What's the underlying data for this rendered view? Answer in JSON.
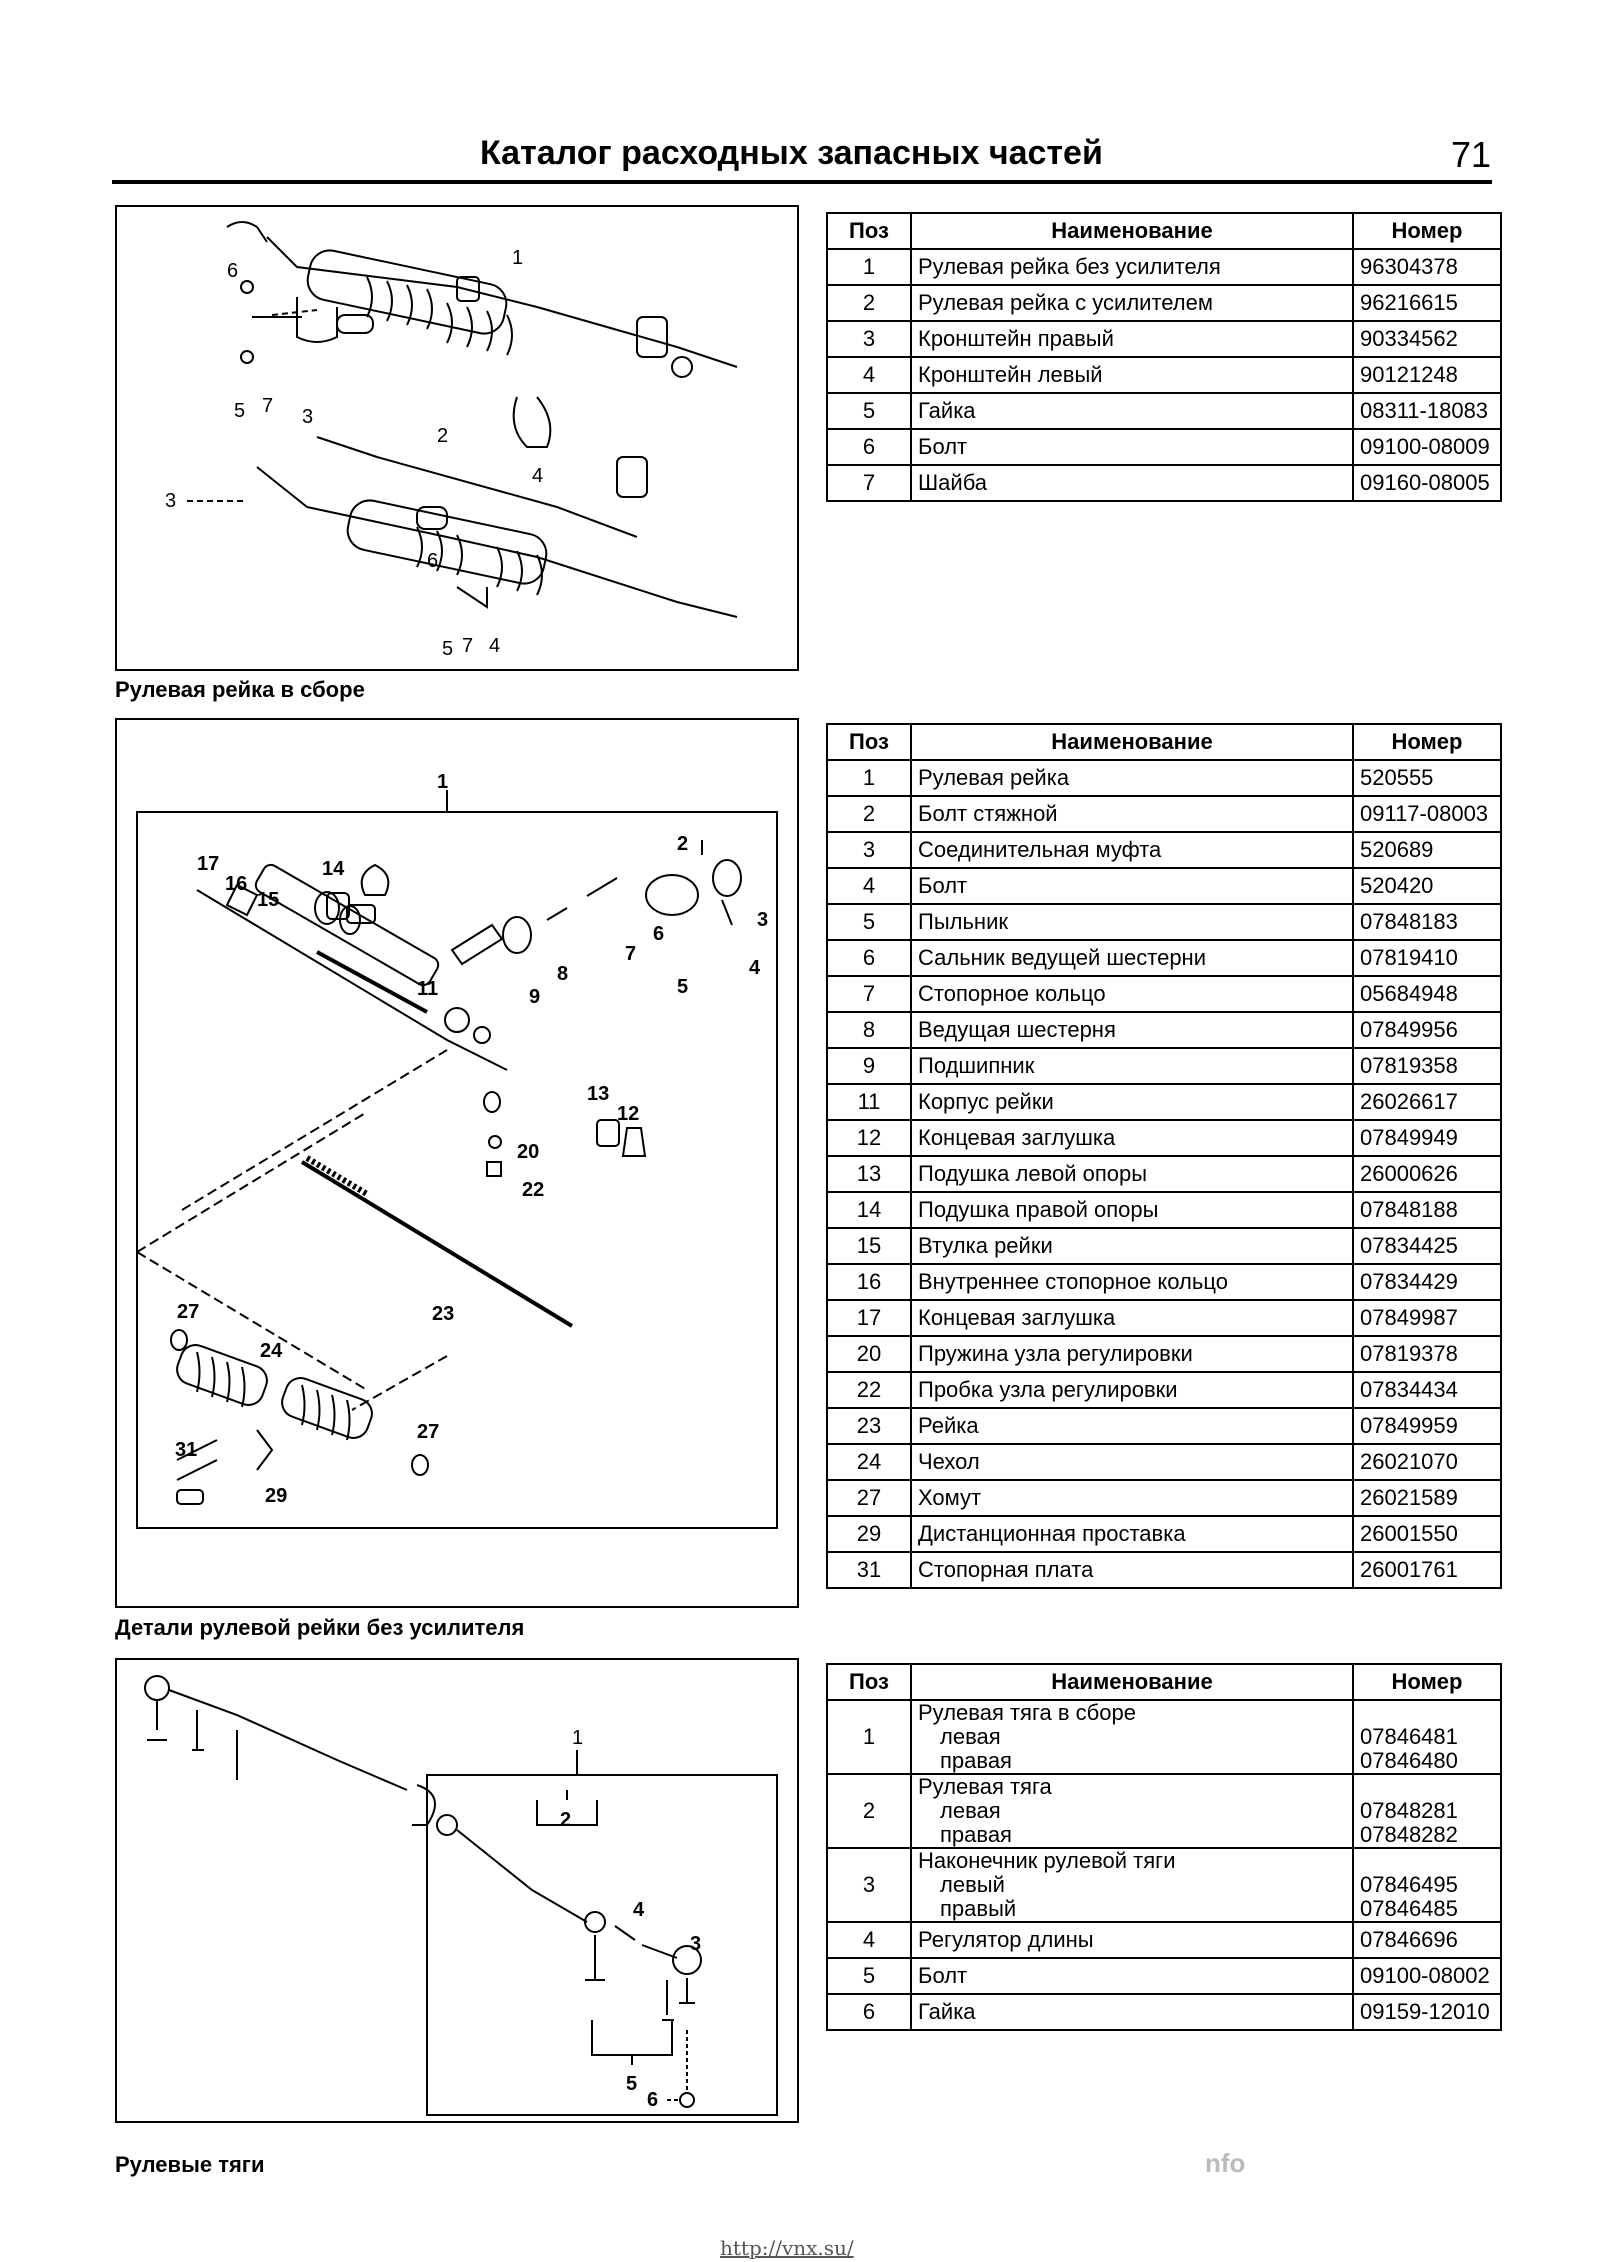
{
  "header": {
    "title": "Каталог расходных запасных частей",
    "page_number": "71"
  },
  "columns": {
    "pos": "Поз",
    "name": "Наименование",
    "number": "Номер"
  },
  "figure1": {
    "caption": "Рулевая рейка в сборе",
    "callouts": [
      "1",
      "2",
      "3",
      "4",
      "5",
      "6",
      "7",
      "3",
      "4",
      "5",
      "6",
      "7"
    ]
  },
  "table1": [
    {
      "pos": "1",
      "name": "Рулевая рейка без усилителя",
      "number": "96304378"
    },
    {
      "pos": "2",
      "name": "Рулевая рейка с усилителем",
      "number": "96216615"
    },
    {
      "pos": "3",
      "name": "Кронштейн правый",
      "number": "90334562"
    },
    {
      "pos": "4",
      "name": "Кронштейн левый",
      "number": "90121248"
    },
    {
      "pos": "5",
      "name": "Гайка",
      "number": "08311-18083"
    },
    {
      "pos": "6",
      "name": "Болт",
      "number": "09100-08009"
    },
    {
      "pos": "7",
      "name": "Шайба",
      "number": "09160-08005"
    }
  ],
  "figure2": {
    "caption": "Детали рулевой рейки без усилителя",
    "callouts": [
      "1",
      "2",
      "3",
      "4",
      "5",
      "6",
      "7",
      "8",
      "9",
      "11",
      "12",
      "13",
      "14",
      "15",
      "16",
      "17",
      "20",
      "22",
      "23",
      "24",
      "27",
      "27",
      "29",
      "31"
    ]
  },
  "table2": [
    {
      "pos": "1",
      "name": "Рулевая рейка",
      "number": "520555"
    },
    {
      "pos": "2",
      "name": "Болт стяжной",
      "number": "09117-08003"
    },
    {
      "pos": "3",
      "name": "Соединительная муфта",
      "number": "520689"
    },
    {
      "pos": "4",
      "name": "Болт",
      "number": "520420"
    },
    {
      "pos": "5",
      "name": "Пыльник",
      "number": "07848183"
    },
    {
      "pos": "6",
      "name": "Сальник ведущей шестерни",
      "number": "07819410"
    },
    {
      "pos": "7",
      "name": "Стопорное кольцо",
      "number": "05684948"
    },
    {
      "pos": "8",
      "name": "Ведущая шестерня",
      "number": "07849956"
    },
    {
      "pos": "9",
      "name": "Подшипник",
      "number": "07819358"
    },
    {
      "pos": "11",
      "name": "Корпус рейки",
      "number": "26026617"
    },
    {
      "pos": "12",
      "name": "Концевая заглушка",
      "number": "07849949"
    },
    {
      "pos": "13",
      "name": "Подушка левой опоры",
      "number": "26000626"
    },
    {
      "pos": "14",
      "name": "Подушка правой опоры",
      "number": "07848188"
    },
    {
      "pos": "15",
      "name": "Втулка рейки",
      "number": "07834425"
    },
    {
      "pos": "16",
      "name": "Внутреннее стопорное кольцо",
      "number": "07834429"
    },
    {
      "pos": "17",
      "name": "Концевая заглушка",
      "number": "07849987"
    },
    {
      "pos": "20",
      "name": "Пружина узла регулировки",
      "number": "07819378"
    },
    {
      "pos": "22",
      "name": "Пробка узла регулировки",
      "number": "07834434"
    },
    {
      "pos": "23",
      "name": "Рейка",
      "number": "07849959"
    },
    {
      "pos": "24",
      "name": "Чехол",
      "number": "26021070"
    },
    {
      "pos": "27",
      "name": "Хомут",
      "number": "26021589"
    },
    {
      "pos": "29",
      "name": "Дистанционная проставка",
      "number": "26001550"
    },
    {
      "pos": "31",
      "name": "Стопорная плата",
      "number": "26001761"
    }
  ],
  "figure3": {
    "caption": "Рулевые тяги",
    "callouts": [
      "1",
      "2",
      "3",
      "4",
      "5",
      "6"
    ]
  },
  "table3": [
    {
      "pos": "1",
      "name": "Рулевая тяга в сборе",
      "sub": [
        "левая",
        "правая"
      ],
      "numbers": [
        "07846481",
        "07846480"
      ]
    },
    {
      "pos": "2",
      "name": "Рулевая тяга",
      "sub": [
        "левая",
        "правая"
      ],
      "numbers": [
        "07848281",
        "07848282"
      ]
    },
    {
      "pos": "3",
      "name": "Наконечник рулевой тяги",
      "sub": [
        "левый",
        "правый"
      ],
      "numbers": [
        "07846495",
        "07846485"
      ]
    },
    {
      "pos": "4",
      "name": "Регулятор длины",
      "sub": [],
      "numbers": [
        "07846696"
      ]
    },
    {
      "pos": "5",
      "name": "Болт",
      "sub": [],
      "numbers": [
        "09100-08002"
      ]
    },
    {
      "pos": "6",
      "name": "Гайка",
      "sub": [],
      "numbers": [
        "09159-12010"
      ]
    }
  ],
  "footer": {
    "url": "http://vnx.su/",
    "watermark": "nfo"
  }
}
